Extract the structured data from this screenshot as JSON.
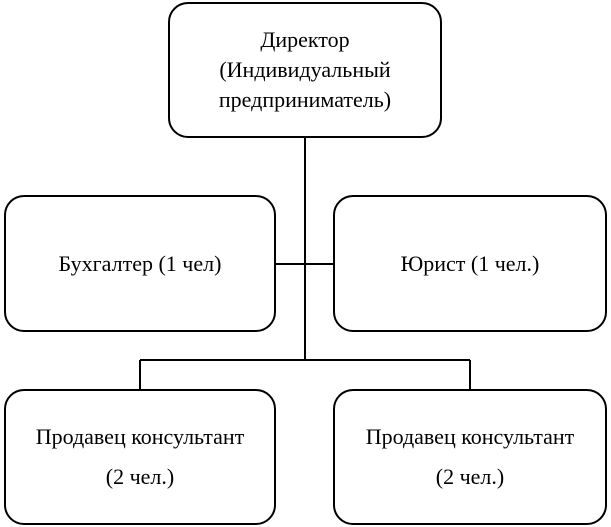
{
  "diagram": {
    "type": "org-chart",
    "root": {
      "id": "director",
      "lines": [
        "Директор",
        "(Индивидуальный",
        "предприниматель)"
      ]
    },
    "staff": [
      {
        "id": "accountant",
        "lines": [
          "Бухгалтер (1 чел)"
        ]
      },
      {
        "id": "lawyer",
        "lines": [
          "Юрист (1 чел.)"
        ]
      }
    ],
    "subordinates": [
      {
        "id": "seller-1",
        "lines": [
          "Продавец консультант",
          "(2 чел.)"
        ]
      },
      {
        "id": "seller-2",
        "lines": [
          "Продавец консультант",
          "(2 чел.)"
        ]
      }
    ],
    "edges": [
      {
        "from": "director",
        "to": "accountant"
      },
      {
        "from": "director",
        "to": "lawyer"
      },
      {
        "from": "director",
        "to": "seller-1"
      },
      {
        "from": "director",
        "to": "seller-2"
      }
    ],
    "line_color": "#000000",
    "box_border_color": "#000000",
    "background_color": "#ffffff"
  }
}
